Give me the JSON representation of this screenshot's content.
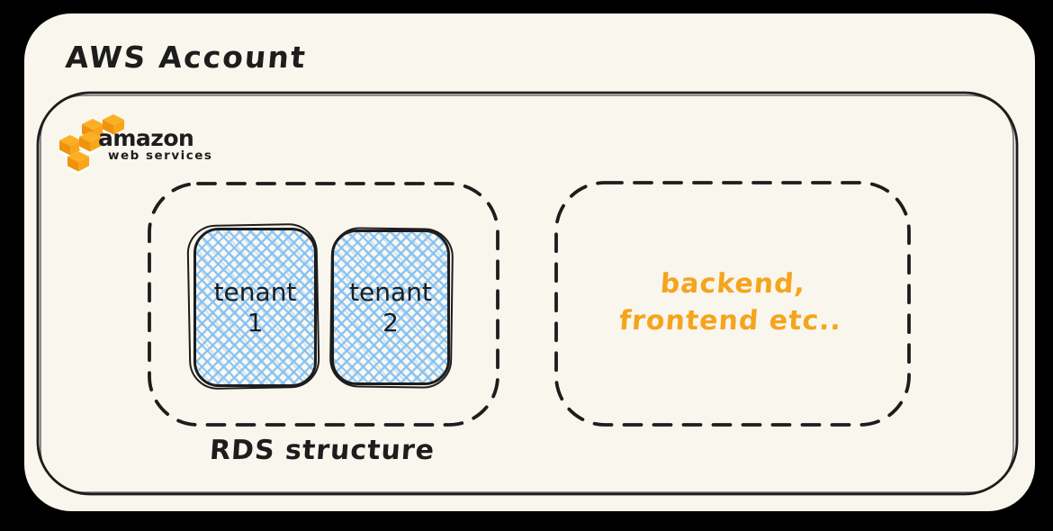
{
  "diagram": {
    "title": "AWS Account",
    "logo": {
      "icon": "aws-cubes",
      "line1": "amazon",
      "line2": "web services"
    },
    "rds_group": {
      "label": "RDS structure",
      "tenants": [
        {
          "name": "tenant",
          "number": "1"
        },
        {
          "name": "tenant",
          "number": "2"
        }
      ]
    },
    "services_group": {
      "line1": "backend,",
      "line2": "frontend etc.."
    },
    "colors": {
      "canvas_background": "#F9F6ED",
      "stroke_black": "#1D1D1D",
      "accent_orange": "#F5A41D",
      "hatch_blue": "#7EBEF3",
      "logo_orange": "#F9A51C"
    }
  }
}
